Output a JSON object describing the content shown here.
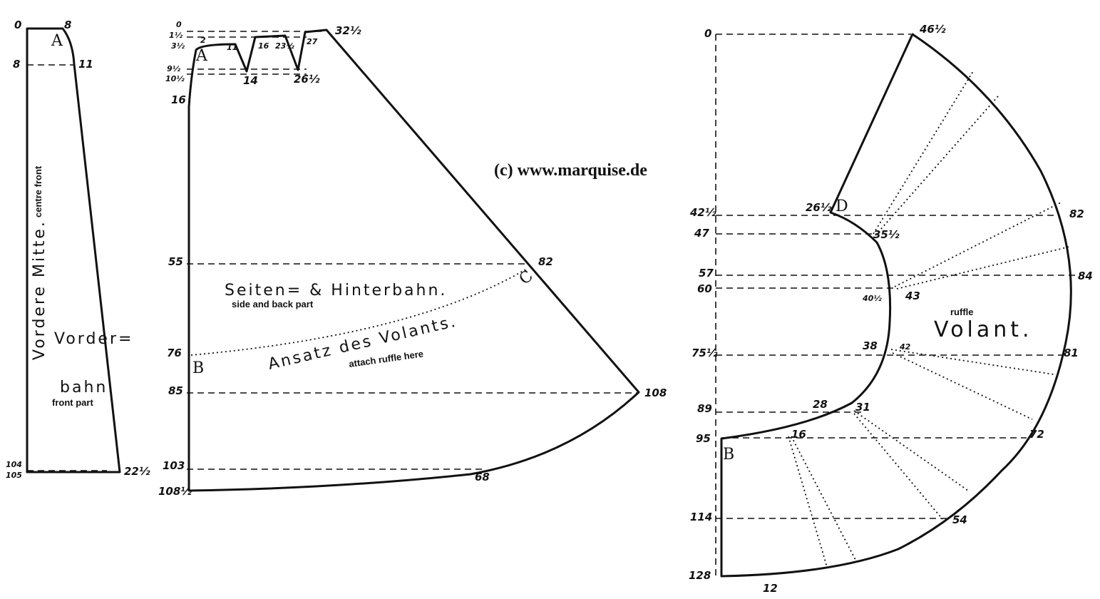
{
  "watermark": "(c) www.marquise.de",
  "front_panel": {
    "point_label": "A",
    "vertical_label": "Vordere Mitte.",
    "english_vertical": "centre front",
    "name_line1": "Vorder=",
    "name_line2": "bahn.",
    "english_name": "front part",
    "m_0": "0",
    "m_8_top": "8",
    "m_8_left": "8",
    "m_11": "11",
    "m_104": "104",
    "m_105": "105",
    "m_22h": "22½"
  },
  "side_panel": {
    "point_a": "A",
    "point_b": "B",
    "point_c": "C",
    "name": "Seiten= & Hinterbahn.",
    "english_name": "side and back part",
    "ruffle_line": "Ansatz des Volants.",
    "english_ruffle_line": "attach ruffle here",
    "m_0": "0",
    "m_1h": "1½",
    "m_3h": "3½",
    "m_9h": "9½",
    "m_10h": "10½",
    "m_16": "16",
    "m_55": "55",
    "m_76": "76",
    "m_85": "85",
    "m_103": "103",
    "m_108h": "108½",
    "t_2": "2",
    "t_11": "11",
    "t_14": "14",
    "t_16": "16",
    "t_23h": "23½",
    "t_26h": "26½",
    "t_27": "27",
    "t_32h": "32½",
    "t_82": "82",
    "t_108": "108",
    "t_68": "68"
  },
  "ruffle": {
    "point_b": "B",
    "point_d": "D",
    "name": "Volant.",
    "english_name": "ruffle",
    "l_0": "0",
    "l_42h": "42½",
    "l_47": "47",
    "l_57": "57",
    "l_60": "60",
    "l_75h": "75½",
    "l_89": "89",
    "l_95": "95",
    "l_114": "114",
    "l_128": "128",
    "r_46h": "46½",
    "r_26h": "26½",
    "r_35h": "35½",
    "r_43": "43",
    "r_40h": "40½",
    "r_38": "38",
    "r_42": "42",
    "r_28": "28",
    "r_31": "31",
    "r_16": "16",
    "r_82": "82",
    "r_84": "84",
    "r_81": "81",
    "r_72": "72",
    "r_54": "54",
    "r_12": "12"
  }
}
